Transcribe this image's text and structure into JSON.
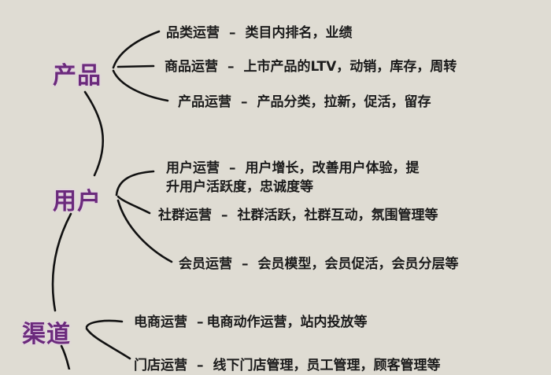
{
  "colors": {
    "background": "#dfdcd3",
    "category_text": "#6b2a7c",
    "item_text": "#1b1b1b",
    "connector": "#111111"
  },
  "categories": [
    {
      "label": "产品",
      "items": [
        {
          "name": "品类运营",
          "sep": "–",
          "desc": "类目内排名，业绩"
        },
        {
          "name": "商品运营",
          "sep": "–",
          "desc": "上市产品的LTV，动销，库存，周转"
        },
        {
          "name": "产品运营",
          "sep": "–",
          "desc": "产品分类，拉新，促活，留存"
        }
      ]
    },
    {
      "label": "用户",
      "items": [
        {
          "name": "用户运营",
          "sep": "–",
          "desc": "用户增长，改善用户体验，提",
          "desc_line2": "升用户活跃度，忠诚度等"
        },
        {
          "name": "社群运营",
          "sep": "–",
          "desc": "社群活跃，社群互动，氛围管理等"
        },
        {
          "name": "会员运营",
          "sep": "–",
          "desc": "会员模型，会员促活，会员分层等"
        }
      ]
    },
    {
      "label": "渠道",
      "items": [
        {
          "name": "电商运营",
          "sep": "–",
          "desc": "电商动作运营，站内投放等"
        },
        {
          "name": "门店运营",
          "sep": "–",
          "desc": "线下门店管理，员工管理，顾客管理等"
        }
      ]
    }
  ]
}
